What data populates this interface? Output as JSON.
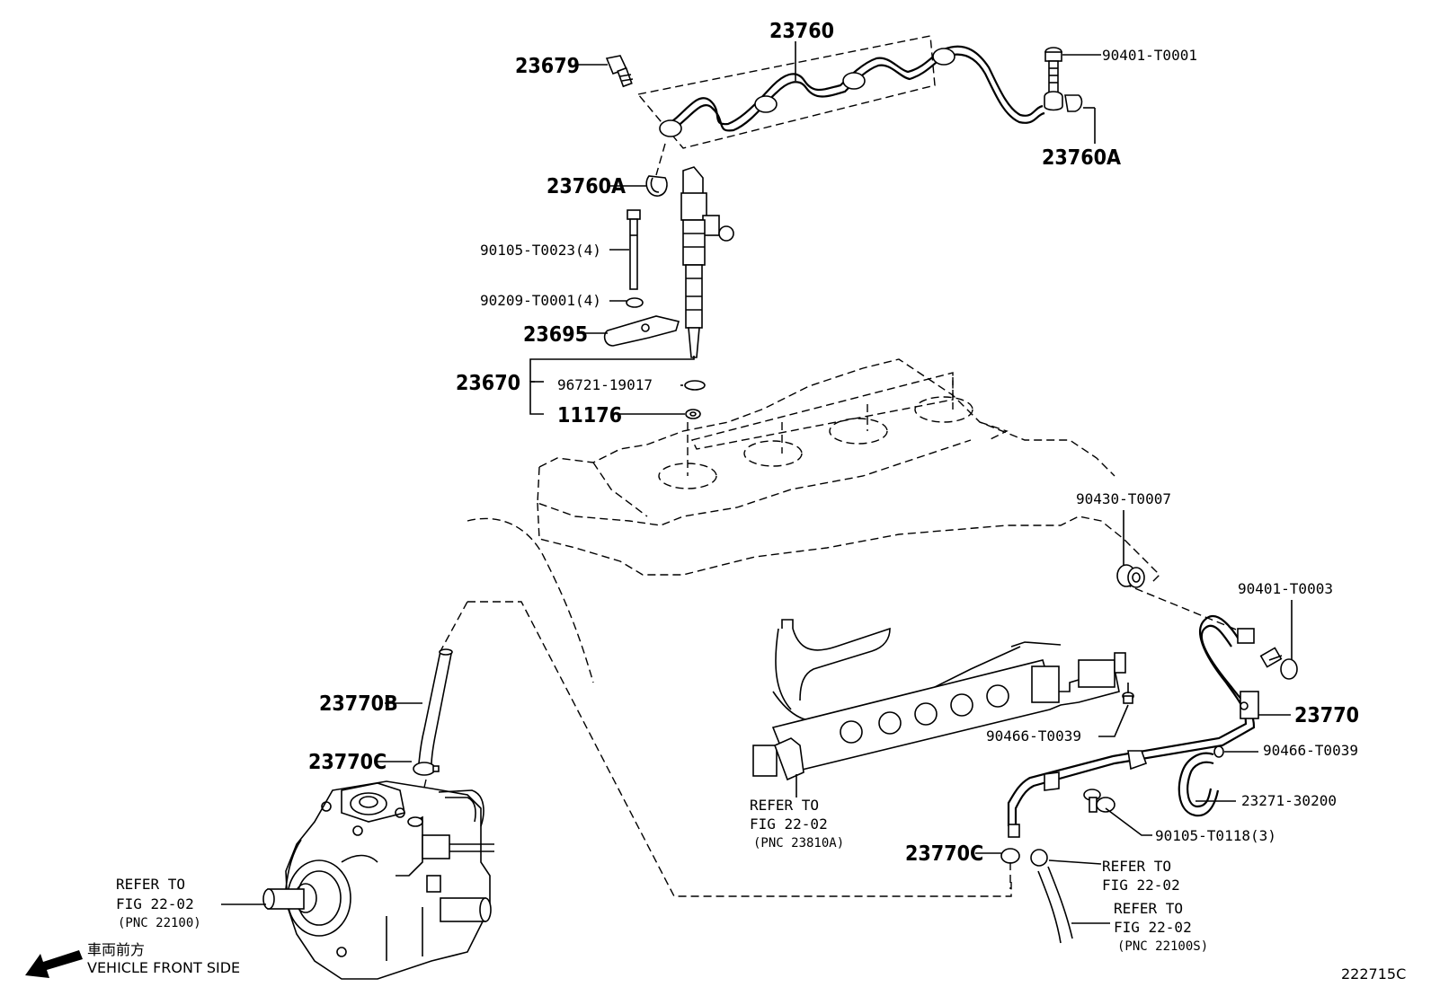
{
  "labels": {
    "p23760": "23760",
    "p23679": "23679",
    "p90401_T0001": "90401-T0001",
    "p23760A_right": "23760A",
    "p23760A_left": "23760A",
    "p90105_T0023": "90105-T0023(4)",
    "p90209_T0001": "90209-T0001(4)",
    "p23695": "23695",
    "p23670": "23670",
    "p96721_19017": "96721-19017",
    "p11176": "11176",
    "p90430_T0007": "90430-T0007",
    "p90401_T0003": "90401-T0003",
    "p23770": "23770",
    "p90466_T0039_a": "90466-T0039",
    "p90466_T0039_b": "90466-T0039",
    "p23271_30200": "23271-30200",
    "p90105_T0118": "90105-T0118(3)",
    "p23770B": "23770B",
    "p23770C_top": "23770C",
    "p23770C_bottom": "23770C"
  },
  "refs": {
    "rail": {
      "l1": "REFER TO",
      "l2": "FIG 22-02",
      "l3": "(PNC 23810A)"
    },
    "pump": {
      "l1": "REFER TO",
      "l2": "FIG 22-02",
      "l3": "(PNC 22100)"
    },
    "fig": {
      "l1": "REFER TO",
      "l2": "FIG 22-02"
    },
    "hose": {
      "l1": "REFER TO",
      "l2": "FIG 22-02",
      "l3": "(PNC 22100S)"
    }
  },
  "front": {
    "jp": "車両前方",
    "en": "VEHICLE FRONT SIDE"
  },
  "figure_id": "222715C"
}
